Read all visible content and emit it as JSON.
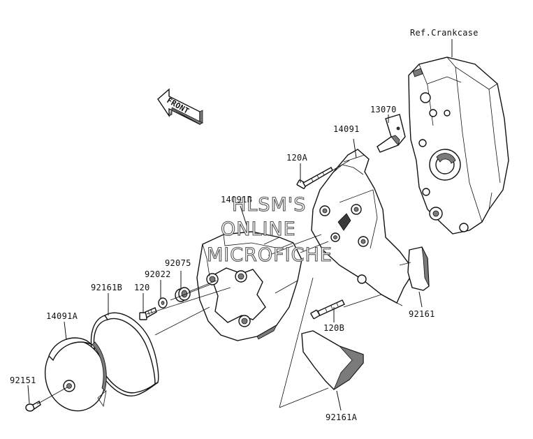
{
  "diagram": {
    "reference": "Ref.Crankcase",
    "front_marker": "FRONT",
    "watermark": [
      "HLSM'S",
      "ONLINE",
      "MICROFICHE"
    ],
    "part_labels": {
      "p13070": "13070",
      "p14091": "14091",
      "p120a": "120A",
      "p14091b": "14091B",
      "p92075": "92075",
      "p92022": "92022",
      "p120": "120",
      "p92161b": "92161B",
      "p14091a": "14091A",
      "p92151": "92151",
      "p92161": "92161",
      "p120b": "120B",
      "p92161a": "92161A"
    }
  }
}
